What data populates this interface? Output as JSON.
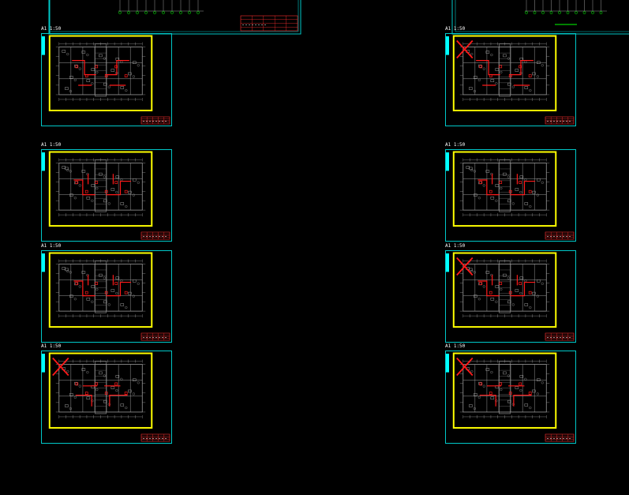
{
  "drawing": {
    "background": "#000000",
    "colors": {
      "frame": "#00c8c8",
      "border": "#ffff00",
      "linework": "#9a9a9a",
      "pipes": "#ff1a1a",
      "title_block": "#ff3030",
      "accent": "#00ffff",
      "text": "#ffffff",
      "dimension": "#00ff00"
    },
    "sheets": [
      {
        "id": "top-left-partial",
        "label": "",
        "plan": "none",
        "cross_mark": false
      },
      {
        "id": "top-right-partial",
        "label": "",
        "plan": "none",
        "cross_mark": false
      },
      {
        "id": "left-1",
        "label": "A1 1:50",
        "plan": "plan-a",
        "cross_mark": false
      },
      {
        "id": "right-1",
        "label": "A1 1:50",
        "plan": "plan-a",
        "cross_mark": true
      },
      {
        "id": "left-2",
        "label": "A1 1:50",
        "plan": "plan-b",
        "cross_mark": false
      },
      {
        "id": "right-2",
        "label": "A1 1:50",
        "plan": "plan-b",
        "cross_mark": false
      },
      {
        "id": "left-3",
        "label": "A1 1:50",
        "plan": "plan-b",
        "cross_mark": false
      },
      {
        "id": "right-3",
        "label": "A1 1:50",
        "plan": "plan-b",
        "cross_mark": true
      },
      {
        "id": "left-4",
        "label": "A1 1:50",
        "plan": "plan-c",
        "cross_mark": true
      },
      {
        "id": "right-4",
        "label": "A1 1:50",
        "plan": "plan-c",
        "cross_mark": true
      }
    ]
  }
}
